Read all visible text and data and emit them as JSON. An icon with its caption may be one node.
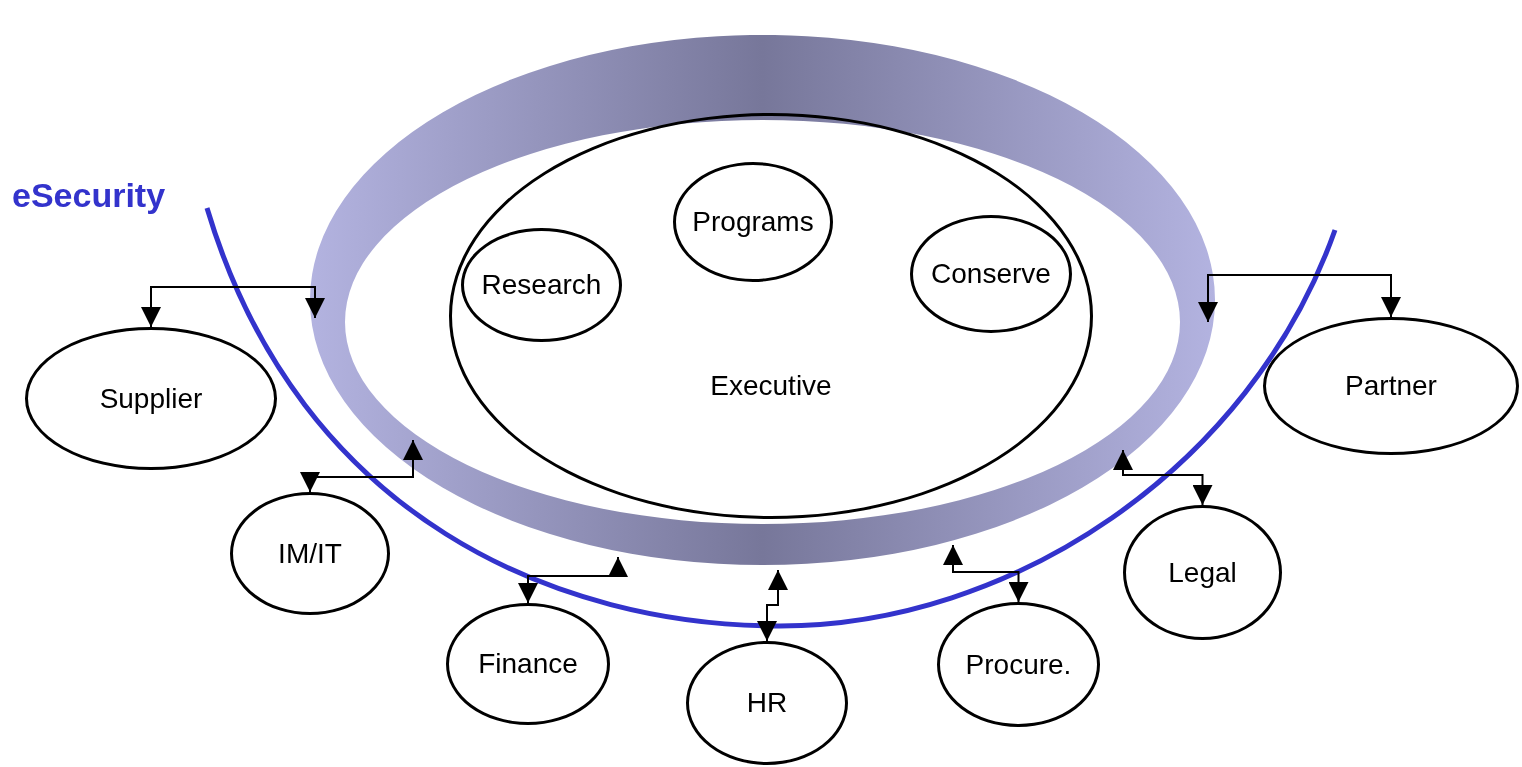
{
  "diagram": {
    "nodes": [
      {
        "text": [],
        "shape": "ring"
      },
      {
        "text": [
          "Executive"
        ],
        "in": 0
      },
      {
        "text": [
          "Programs"
        ],
        "in": 1
      },
      {
        "text": [
          "Research"
        ],
        "in": 1
      },
      {
        "text": [
          "Conserve"
        ],
        "in": 1
      },
      {
        "text": [
          "Supplier"
        ]
      },
      {
        "text": [
          "Partner"
        ]
      },
      {
        "text": [
          "IM/IT"
        ]
      },
      {
        "text": [
          "Legal"
        ]
      },
      {
        "text": [
          "Finance"
        ]
      },
      {
        "text": [
          "HR"
        ]
      },
      {
        "text": [
          "Procure."
        ]
      }
    ],
    "edges": [
      {
        "from": 0,
        "to": 5,
        "arrow": "both"
      },
      {
        "from": 0,
        "to": 6,
        "arrow": "both"
      },
      {
        "from": 0,
        "to": 7,
        "arrow": "both"
      },
      {
        "from": 0,
        "to": 8,
        "arrow": "both"
      },
      {
        "from": 0,
        "to": 9,
        "arrow": "both"
      },
      {
        "from": 0,
        "to": 10,
        "arrow": "both"
      },
      {
        "from": 0,
        "to": 11,
        "arrow": "both"
      }
    ],
    "labels": [
      "eSecurity"
    ]
  }
}
